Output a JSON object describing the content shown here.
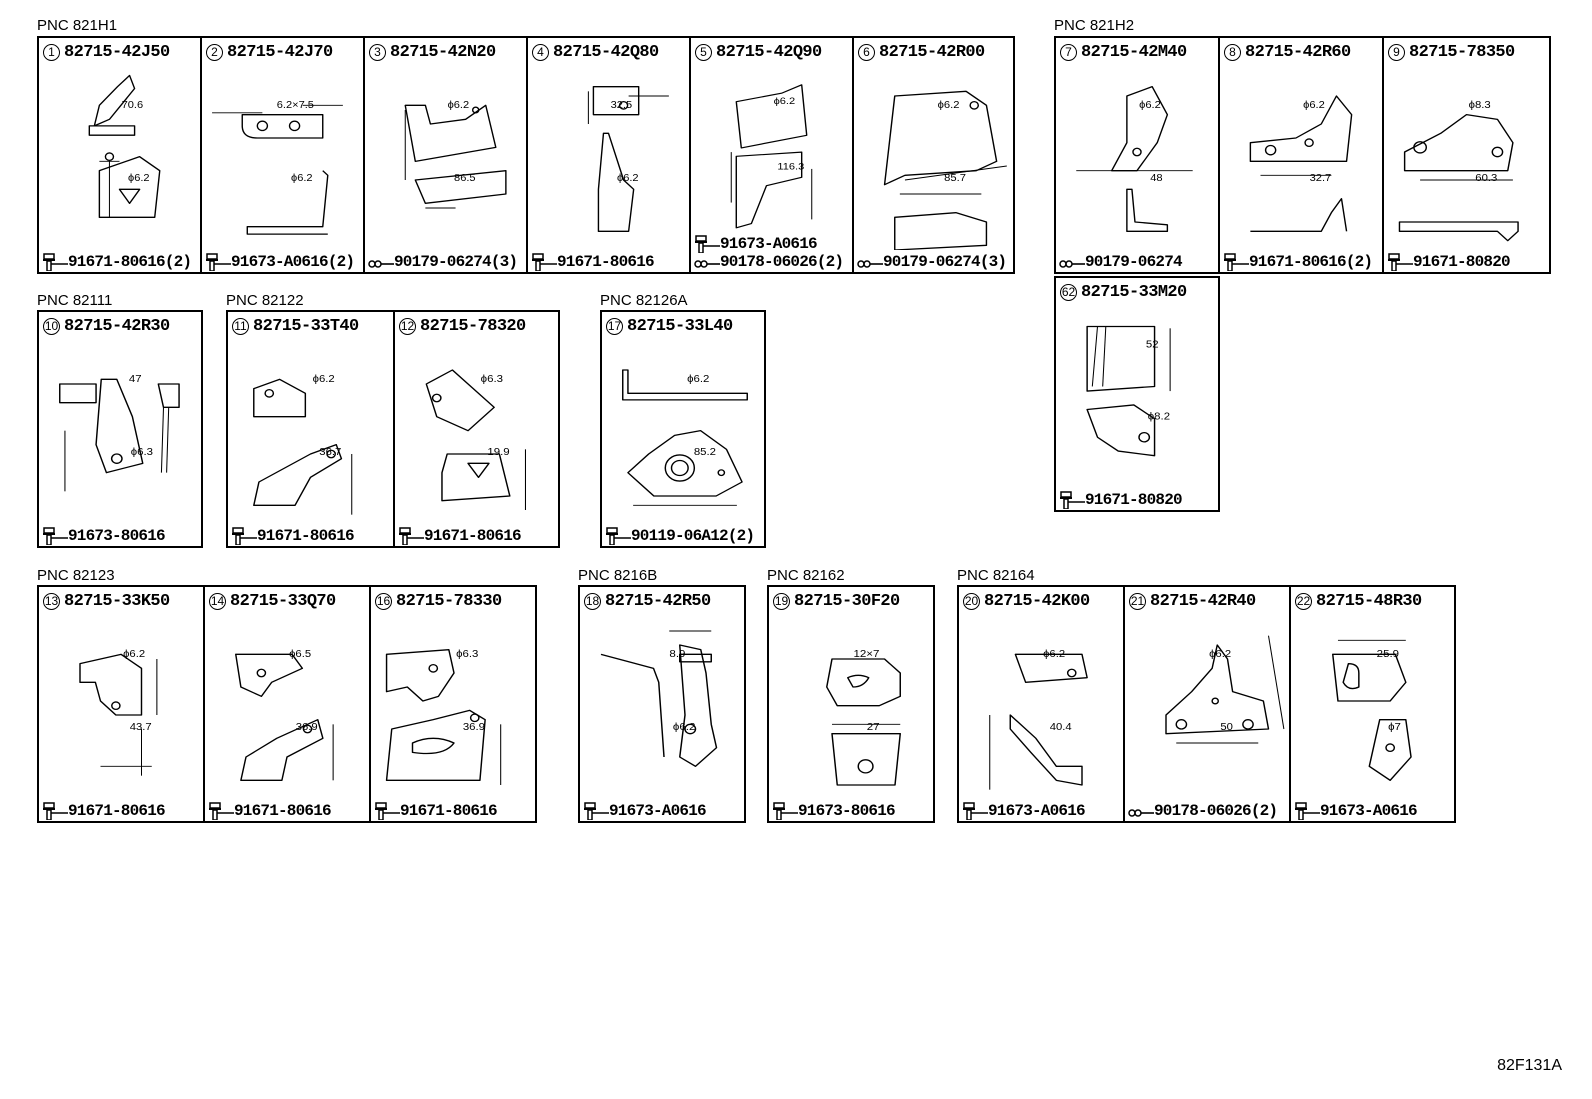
{
  "diagram_code": "82F131A",
  "groups": [
    {
      "pnc": "PNC 821H1",
      "cells": [
        {
          "num": "1",
          "part": "82715-42J50",
          "dims": [
            "70.6",
            "ϕ6.2"
          ],
          "fasteners": [
            {
              "type": "bolt",
              "no": "91671-80616(2)"
            }
          ]
        },
        {
          "num": "2",
          "part": "82715-42J70",
          "dims": [
            "6.2×7.5",
            "ϕ6.2"
          ],
          "fasteners": [
            {
              "type": "bolt",
              "no": "91673-A0616(2)"
            }
          ]
        },
        {
          "num": "3",
          "part": "82715-42N20",
          "dims": [
            "ϕ6.2",
            "86.5"
          ],
          "fasteners": [
            {
              "type": "clip",
              "no": "90179-06274(3)"
            }
          ]
        },
        {
          "num": "4",
          "part": "82715-42Q80",
          "dims": [
            "32.5",
            "ϕ6.2"
          ],
          "fasteners": [
            {
              "type": "bolt",
              "no": "91671-80616"
            }
          ]
        },
        {
          "num": "5",
          "part": "82715-42Q90",
          "dims": [
            "ϕ6.2",
            "116.3"
          ],
          "fasteners": [
            {
              "type": "bolt",
              "no": "91673-A0616"
            },
            {
              "type": "clip",
              "no": "90178-06026(2)"
            }
          ]
        },
        {
          "num": "6",
          "part": "82715-42R00",
          "dims": [
            "ϕ6.2",
            "85.7"
          ],
          "fasteners": [
            {
              "type": "clip",
              "no": "90179-06274(3)"
            }
          ]
        }
      ]
    },
    {
      "pnc": "PNC 821H2",
      "cells": [
        {
          "num": "7",
          "part": "82715-42M40",
          "dims": [
            "ϕ6.2",
            "48"
          ],
          "fasteners": [
            {
              "type": "clip",
              "no": "90179-06274"
            }
          ]
        },
        {
          "num": "8",
          "part": "82715-42R60",
          "dims": [
            "ϕ6.2",
            "32.7"
          ],
          "fasteners": [
            {
              "type": "bolt",
              "no": "91671-80616(2)"
            }
          ]
        },
        {
          "num": "9",
          "part": "82715-78350",
          "dims": [
            "ϕ8.3",
            "60.3"
          ],
          "fasteners": [
            {
              "type": "bolt",
              "no": "91671-80820"
            }
          ]
        }
      ]
    },
    {
      "pnc": "",
      "cells": [
        {
          "num": "62",
          "part": "82715-33M20",
          "dims": [
            "52",
            "ϕ8.2"
          ],
          "fasteners": [
            {
              "type": "bolt",
              "no": "91671-80820"
            }
          ]
        }
      ]
    },
    {
      "pnc": "PNC 82111",
      "cells": [
        {
          "num": "10",
          "part": "82715-42R30",
          "dims": [
            "47",
            "ϕ6.3"
          ],
          "fasteners": [
            {
              "type": "bolt",
              "no": "91673-80616"
            }
          ]
        }
      ]
    },
    {
      "pnc": "PNC 82122",
      "cells": [
        {
          "num": "11",
          "part": "82715-33T40",
          "dims": [
            "ϕ6.2",
            "36.7"
          ],
          "fasteners": [
            {
              "type": "bolt",
              "no": "91671-80616"
            }
          ]
        },
        {
          "num": "12",
          "part": "82715-78320",
          "dims": [
            "ϕ6.3",
            "19.9"
          ],
          "fasteners": [
            {
              "type": "bolt",
              "no": "91671-80616"
            }
          ]
        }
      ]
    },
    {
      "pnc": "PNC 82126A",
      "cells": [
        {
          "num": "17",
          "part": "82715-33L40",
          "dims": [
            "ϕ6.2",
            "85.2"
          ],
          "fasteners": [
            {
              "type": "bolt",
              "no": "90119-06A12(2)"
            }
          ]
        }
      ]
    },
    {
      "pnc": "PNC 82123",
      "cells": [
        {
          "num": "13",
          "part": "82715-33K50",
          "dims": [
            "ϕ6.2",
            "43.7"
          ],
          "fasteners": [
            {
              "type": "bolt",
              "no": "91671-80616"
            }
          ]
        },
        {
          "num": "14",
          "part": "82715-33Q70",
          "dims": [
            "ϕ6.5",
            "36.9"
          ],
          "fasteners": [
            {
              "type": "bolt",
              "no": "91671-80616"
            }
          ]
        },
        {
          "num": "16",
          "part": "82715-78330",
          "dims": [
            "ϕ6.3",
            "36.9"
          ],
          "fasteners": [
            {
              "type": "bolt",
              "no": "91671-80616"
            }
          ]
        }
      ]
    },
    {
      "pnc": "PNC 8216B",
      "cells": [
        {
          "num": "18",
          "part": "82715-42R50",
          "dims": [
            "8.9",
            "ϕ6.2"
          ],
          "fasteners": [
            {
              "type": "bolt",
              "no": "91673-A0616"
            }
          ]
        }
      ]
    },
    {
      "pnc": "PNC 82162",
      "cells": [
        {
          "num": "19",
          "part": "82715-30F20",
          "dims": [
            "12×7",
            "27"
          ],
          "fasteners": [
            {
              "type": "bolt",
              "no": "91673-80616"
            }
          ]
        }
      ]
    },
    {
      "pnc": "PNC 82164",
      "cells": [
        {
          "num": "20",
          "part": "82715-42K00",
          "dims": [
            "ϕ6.2",
            "40.4"
          ],
          "fasteners": [
            {
              "type": "bolt",
              "no": "91673-A0616"
            }
          ]
        },
        {
          "num": "21",
          "part": "82715-42R40",
          "dims": [
            "ϕ6.2",
            "50"
          ],
          "fasteners": [
            {
              "type": "clip",
              "no": "90178-06026(2)"
            }
          ]
        },
        {
          "num": "22",
          "part": "82715-48R30",
          "dims": [
            "25.9",
            "ϕ7"
          ],
          "fasteners": [
            {
              "type": "bolt",
              "no": "91673-A0616"
            }
          ]
        }
      ]
    }
  ]
}
